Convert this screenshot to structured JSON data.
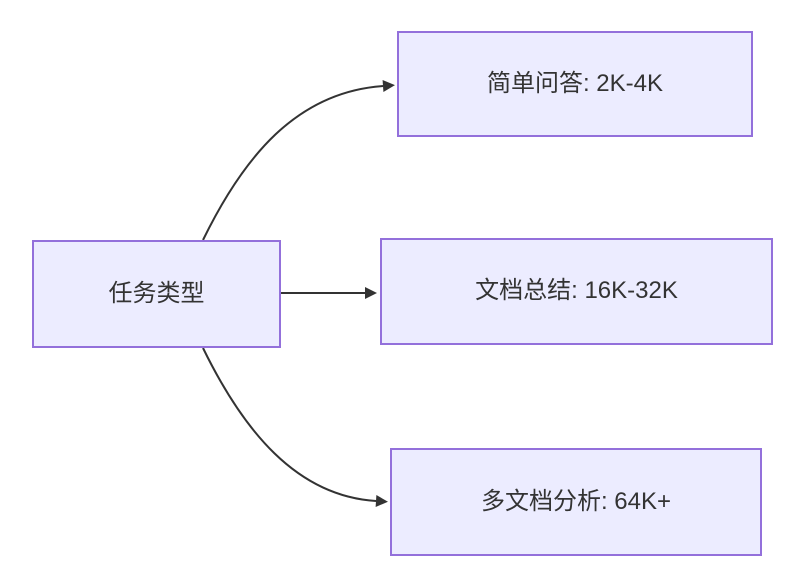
{
  "diagram": {
    "type": "flowchart-lr",
    "nodes": {
      "root": {
        "label": "任务类型"
      },
      "simple_qa": {
        "label": "简单问答: 2K-4K"
      },
      "doc_summary": {
        "label": "文档总结: 16K-32K"
      },
      "multi_doc": {
        "label": "多文档分析: 64K+"
      }
    },
    "edges": [
      {
        "from": "root",
        "to": "simple_qa"
      },
      {
        "from": "root",
        "to": "doc_summary"
      },
      {
        "from": "root",
        "to": "multi_doc"
      }
    ],
    "colors": {
      "node_fill": "#ECECFF",
      "node_border": "#9370DB",
      "edge": "#333333",
      "text": "#333333",
      "background": "#FFFFFF"
    }
  }
}
